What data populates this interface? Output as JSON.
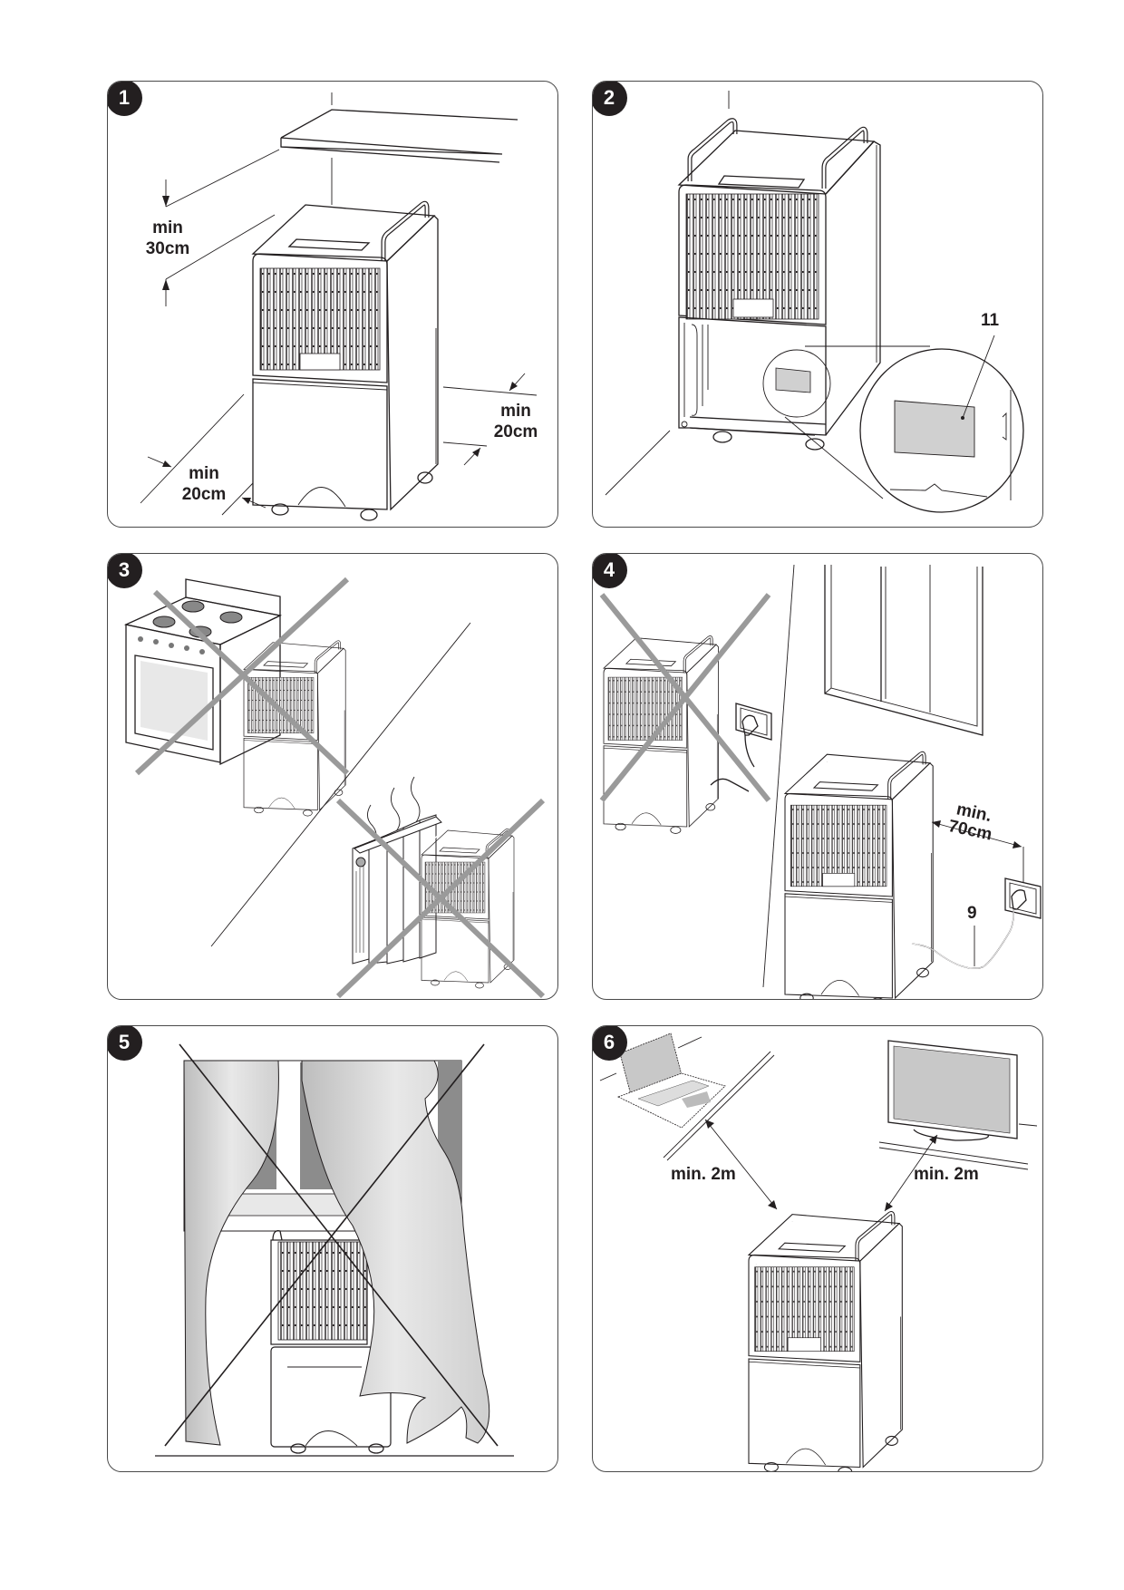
{
  "document": {
    "type": "instruction-manual-illustration-page",
    "subject": "dehumidifier placement guidelines"
  },
  "panels": [
    {
      "number": "1",
      "description": "Clearance distances around the unit",
      "labels": {
        "top_clearance": [
          "min",
          "30cm"
        ],
        "side_clearance": [
          "min",
          "20cm"
        ],
        "front_left_clearance": [
          "min",
          "20cm"
        ]
      }
    },
    {
      "number": "2",
      "description": "Rating plate location on the back of the unit",
      "labels": {
        "callout": "11"
      }
    },
    {
      "number": "3",
      "description": "Do not place near stove or radiator",
      "prohibited": [
        "gas-stove",
        "radiator"
      ]
    },
    {
      "number": "4",
      "description": "Do not place unit in front of a socket; keep at least 70cm away",
      "labels": {
        "distance": [
          "min.",
          "70cm"
        ],
        "callout": "9"
      },
      "prohibited": [
        "unit-blocking-socket"
      ]
    },
    {
      "number": "5",
      "description": "Do not place unit behind curtains",
      "prohibited": [
        "unit-behind-curtains"
      ]
    },
    {
      "number": "6",
      "description": "Keep at least 2m away from electronics",
      "labels": {
        "laptop_distance": "min. 2m",
        "tv_distance": "min. 2m"
      }
    }
  ]
}
